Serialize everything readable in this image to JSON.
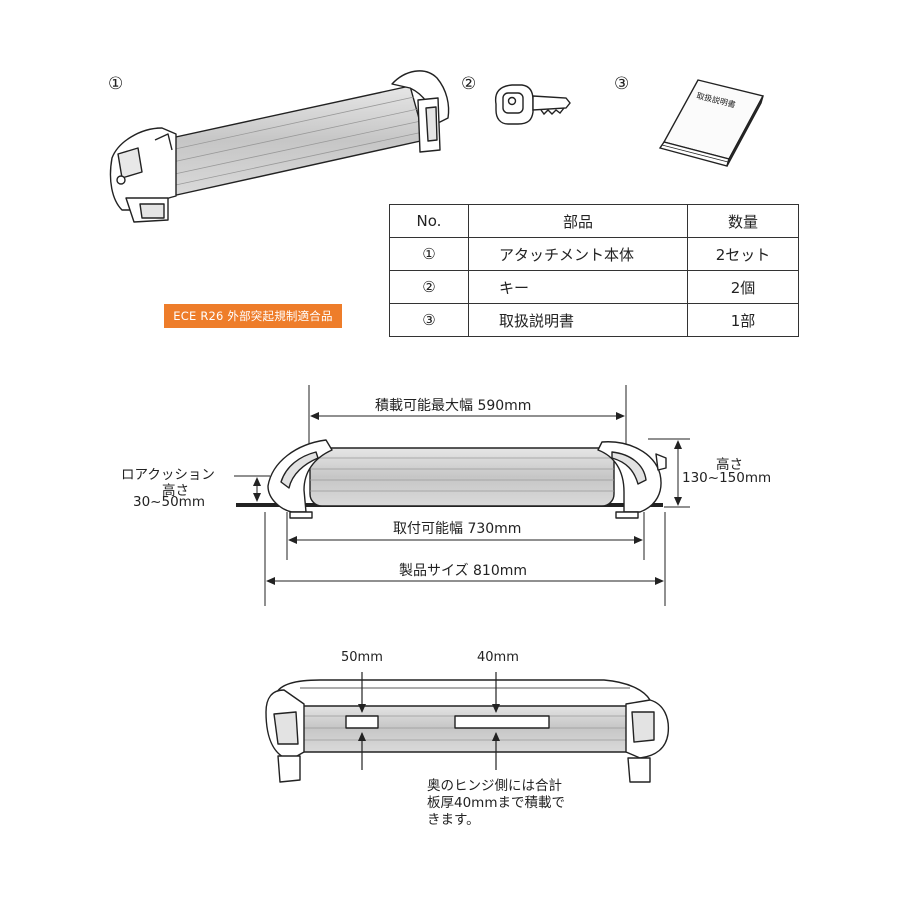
{
  "colors": {
    "badge": "#ee7d2a",
    "line": "#222222",
    "product_fill": "#cfcfcf"
  },
  "items": [
    {
      "index": "①"
    },
    {
      "index": "②"
    },
    {
      "index": "③"
    }
  ],
  "manual_cover_text": "取扱説明書",
  "badge_text": "ECE R26 外部突起規制適合品",
  "table": {
    "headers": [
      "No.",
      "部品",
      "数量"
    ],
    "rows": [
      {
        "no": "①",
        "part": "アタッチメント本体",
        "qty": "2セット"
      },
      {
        "no": "②",
        "part": "キー",
        "qty": "2個"
      },
      {
        "no": "③",
        "part": "取扱説明書",
        "qty": "1部"
      }
    ]
  },
  "dimensions": {
    "max_load_width": "積載可能最大幅 590mm",
    "height_label": "高さ",
    "height_value": "130~150mm",
    "low_cushion_label": "ロアクッション",
    "low_cushion_height_label": "高さ",
    "low_cushion_value": "30~50mm",
    "mount_width": "取付可能幅 730mm",
    "product_size": "製品サイズ 810mm"
  },
  "bottom": {
    "label_50": "50mm",
    "label_40": "40mm",
    "note_lines": [
      "奥のヒンジ側には合計",
      "板厚40mmまで積載で",
      "きます。"
    ]
  }
}
